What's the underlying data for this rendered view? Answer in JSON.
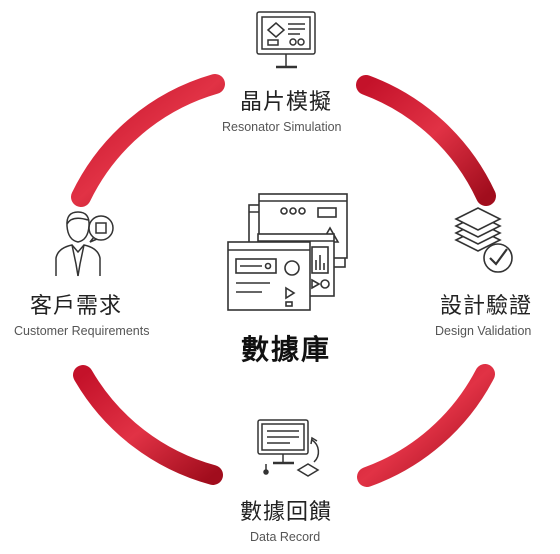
{
  "center": {
    "label": "數據庫",
    "icon": "database-windows-icon"
  },
  "nodes": [
    {
      "key": "top",
      "label_zh": "晶片模擬",
      "label_en": "Resonator Simulation",
      "icon": "monitor-chip-simulation-icon"
    },
    {
      "key": "right",
      "label_zh": "設計驗證",
      "label_en": "Design Validation",
      "icon": "stacked-layers-check-icon"
    },
    {
      "key": "bottom",
      "label_zh": "數據回饋",
      "label_en": "Data Record",
      "icon": "monitor-chip-feedback-icon"
    },
    {
      "key": "left",
      "label_zh": "客戶需求",
      "label_en": "Customer Requirements",
      "icon": "customer-thinking-chip-icon"
    }
  ],
  "colors": {
    "arc_dark": "#a50e1e",
    "arc_light": "#e23b4a",
    "icon_stroke": "#333333"
  }
}
